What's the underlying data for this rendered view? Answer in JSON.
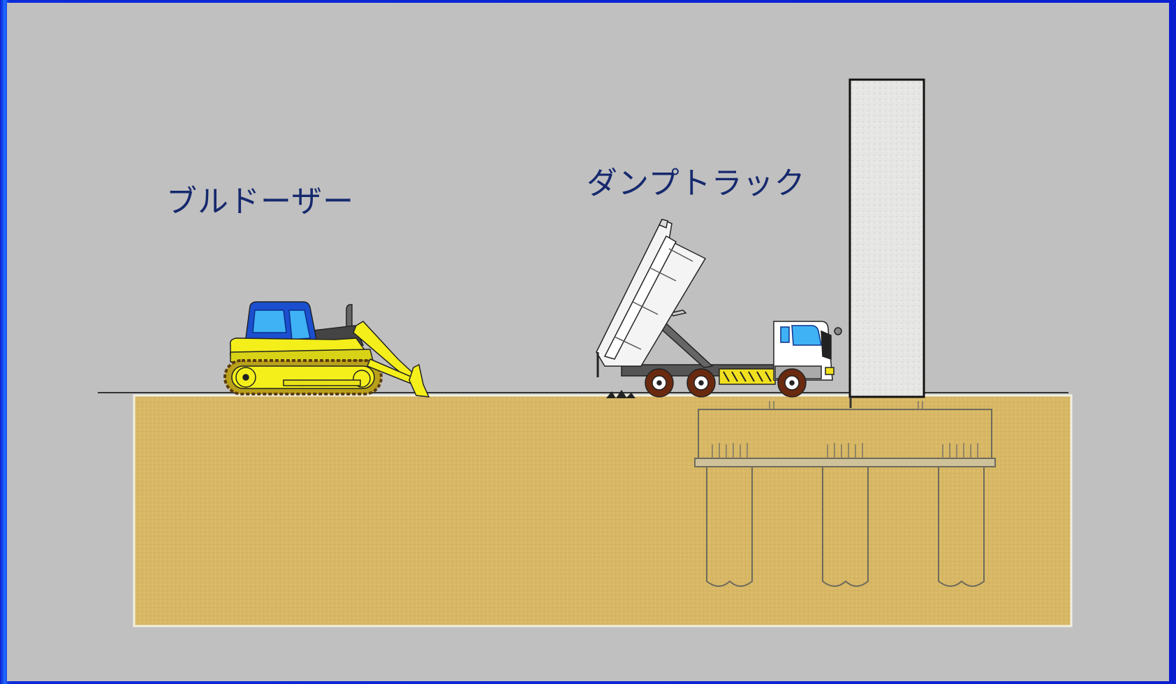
{
  "labels": {
    "bulldozer": "ブルドーザー",
    "dump_truck": "ダンプトラック"
  },
  "colors": {
    "background": "#c0c0c0",
    "frame": "#1a2fd6",
    "soil": "#d8b866",
    "label_text": "#16296e",
    "bulldozer_body": "#f4ef1a",
    "bulldozer_cab": "#1b4fcf",
    "truck_body": "#ffffff",
    "pillar": "#e4e4e2"
  },
  "icons": {
    "bulldozer": "bulldozer-icon",
    "dump_truck": "dump-truck-icon",
    "pillar": "concrete-pillar",
    "foundation": "pile-foundation"
  }
}
